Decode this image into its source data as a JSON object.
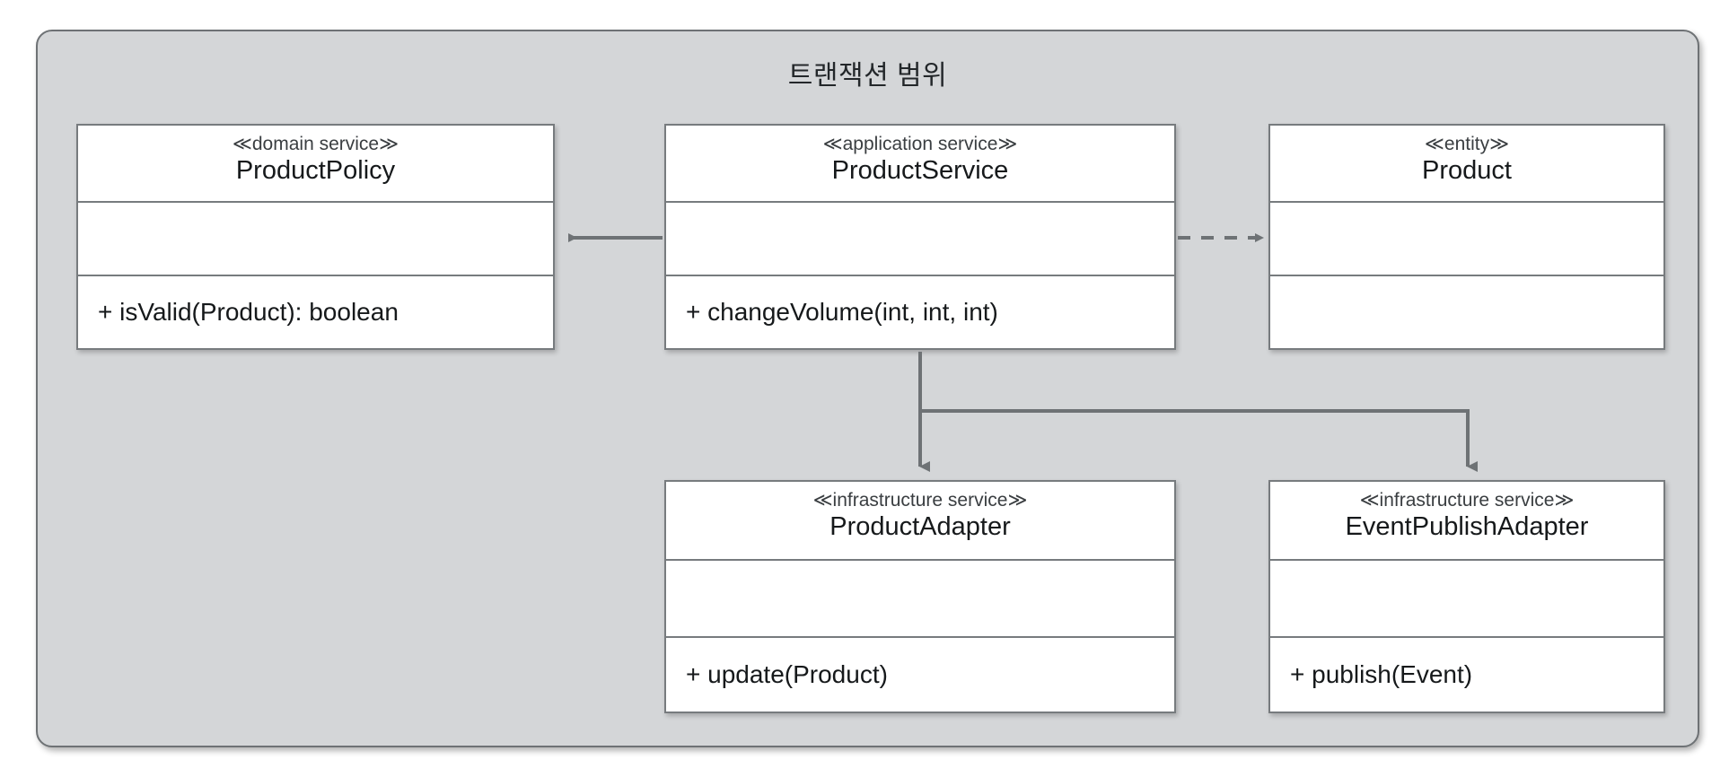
{
  "diagram": {
    "type": "uml-class-diagram",
    "language": "ko",
    "scope_title": "트랜잭션 범위",
    "colors": {
      "scope_fill": "#d4d6d8",
      "scope_border": "#6e7275",
      "class_fill": "#ffffff",
      "class_border": "#777b7e",
      "connector": "#6e7275",
      "text": "#16191b",
      "stereotype_text": "#3a3e41"
    },
    "classes": [
      {
        "id": "product-policy",
        "stereotype": "≪domain service≫",
        "name": "ProductPolicy",
        "attributes": [],
        "operations": [
          "+ isValid(Product): boolean"
        ]
      },
      {
        "id": "product-service",
        "stereotype": "≪application service≫",
        "name": "ProductService",
        "attributes": [],
        "operations": [
          "+ changeVolume(int, int, int)"
        ]
      },
      {
        "id": "product",
        "stereotype": "≪entity≫",
        "name": "Product",
        "attributes": [],
        "operations": []
      },
      {
        "id": "product-adapter",
        "stereotype": "≪infrastructure service≫",
        "name": "ProductAdapter",
        "attributes": [],
        "operations": [
          "+ update(Product)"
        ]
      },
      {
        "id": "event-publish-adapter",
        "stereotype": "≪infrastructure service≫",
        "name": "EventPublishAdapter",
        "attributes": [],
        "operations": [
          "+ publish(Event)"
        ]
      }
    ],
    "connectors": [
      {
        "id": "service-to-policy",
        "from": "ProductService",
        "to": "ProductPolicy",
        "line": "solid",
        "arrowhead": "filled-triangle",
        "direction": "left",
        "label": ""
      },
      {
        "id": "service-to-product",
        "from": "ProductService",
        "to": "Product",
        "line": "dashed",
        "arrowhead": "filled-triangle",
        "direction": "right",
        "label": ""
      },
      {
        "id": "service-to-product-adapter",
        "from": "ProductService",
        "to": "ProductAdapter",
        "line": "solid",
        "arrowhead": "filled-triangle",
        "direction": "down",
        "label": ""
      },
      {
        "id": "service-to-event-publish-adapter",
        "from": "ProductService",
        "to": "EventPublishAdapter",
        "line": "solid",
        "arrowhead": "filled-triangle",
        "direction": "down",
        "label": ""
      }
    ]
  }
}
